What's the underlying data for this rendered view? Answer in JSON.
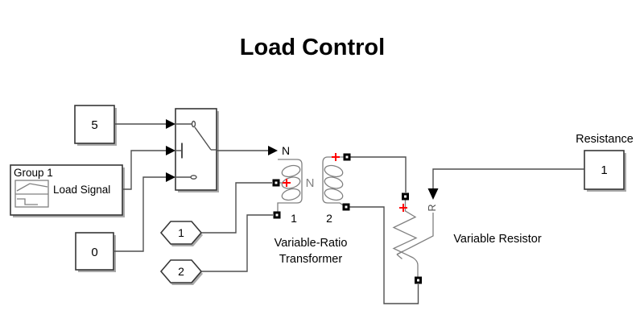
{
  "title": "Load Control",
  "colors": {
    "background": "#ffffff",
    "text": "#000000",
    "block_border": "#363636",
    "block_fill": "#ffffff",
    "shadow": "#a9a9a9",
    "wire": "#4f4f4f",
    "icon_stroke": "#808080",
    "polarity_red": "#ff0000"
  },
  "blocks": {
    "constant_top": {
      "value": "5"
    },
    "constant_bottom": {
      "value": "0"
    },
    "signal_editor": {
      "title": "Group 1",
      "label": "Load Signal"
    },
    "connection_port_1": {
      "value": "1"
    },
    "connection_port_2": {
      "value": "2"
    },
    "transformer": {
      "signal_port": "N",
      "winding_label": "N",
      "terminal_1": "1",
      "terminal_2": "2",
      "name_line1": "Variable-Ratio",
      "name_line2": "Transformer"
    },
    "variable_resistor": {
      "name": "Variable Resistor",
      "signal_port": "R"
    },
    "resistance_constant": {
      "name": "Resistance",
      "value": "1"
    }
  }
}
